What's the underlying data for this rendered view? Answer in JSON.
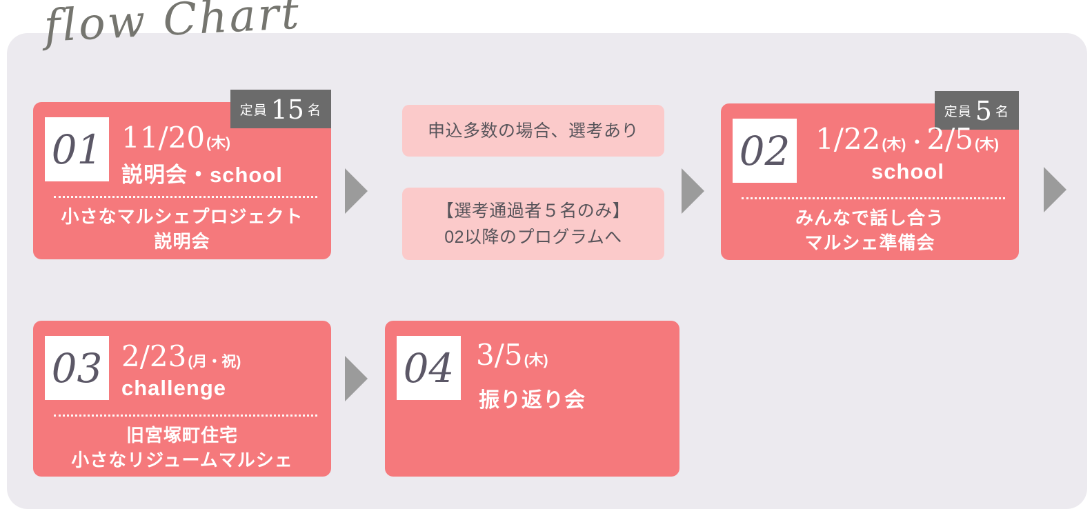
{
  "title": "flow Chart",
  "colors": {
    "page_bg": "#ffffff",
    "panel_bg": "#eceaef",
    "card_bg": "#f5797c",
    "note_bg": "#fbcaca",
    "badge_bg": "#6b6b6b",
    "number_color": "#5b5766",
    "arrow_color": "#9b9b9b",
    "note_text": "#57545a",
    "title_color": "#75756f"
  },
  "cards": [
    {
      "number": "01",
      "badge": {
        "label": "定員",
        "count": "15",
        "unit": "名"
      },
      "date_a": "11/20",
      "note_a": "(木)",
      "subtitle": "説明会・school",
      "desc_line1": "小さなマルシェプロジェクト",
      "desc_line2": "説明会"
    },
    {
      "number": "02",
      "badge": {
        "label": "定員",
        "count": "5",
        "unit": "名"
      },
      "date_a": "1/22",
      "note_a": "(木)",
      "dot": "・",
      "date_b": "2/5",
      "note_b": "(木)",
      "subtitle": "school",
      "desc_line1": "みんなで話し合う",
      "desc_line2": "マルシェ準備会"
    },
    {
      "number": "03",
      "date_a": "2/23",
      "note_a": "(月・祝)",
      "subtitle": "challenge",
      "desc_line1": "旧宮塚町住宅",
      "desc_line2": "小さなリジュームマルシェ"
    },
    {
      "number": "04",
      "date_a": "3/5",
      "note_a": "(木)",
      "desc_line1": "振り返り会"
    }
  ],
  "notes": [
    {
      "line1": "申込多数の場合、選考あり"
    },
    {
      "line1": "【選考通過者５名のみ】",
      "line2": "02以降のプログラムへ"
    }
  ]
}
